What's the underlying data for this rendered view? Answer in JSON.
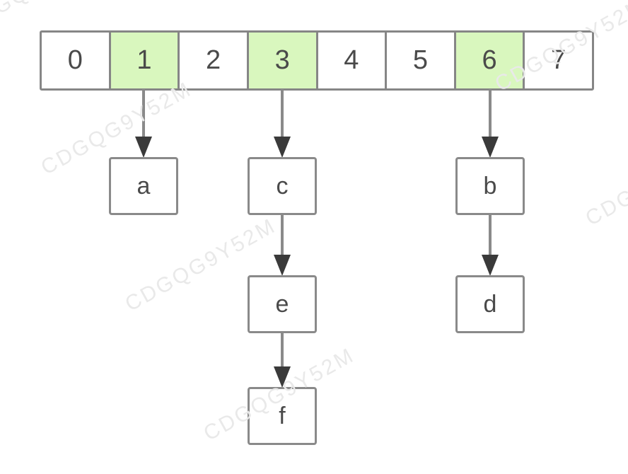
{
  "figure": {
    "kind": "hash-table-separate-chaining-diagram",
    "watermark_text": "CDGQG9Y52M"
  },
  "array": {
    "cells": [
      {
        "label": "0",
        "highlighted": false
      },
      {
        "label": "1",
        "highlighted": true
      },
      {
        "label": "2",
        "highlighted": false
      },
      {
        "label": "3",
        "highlighted": true
      },
      {
        "label": "4",
        "highlighted": false
      },
      {
        "label": "5",
        "highlighted": false
      },
      {
        "label": "6",
        "highlighted": true
      },
      {
        "label": "7",
        "highlighted": false
      }
    ]
  },
  "chains": [
    {
      "bucket_index": 1,
      "nodes": [
        "a"
      ]
    },
    {
      "bucket_index": 3,
      "nodes": [
        "c",
        "e",
        "f"
      ]
    },
    {
      "bucket_index": 6,
      "nodes": [
        "b",
        "d"
      ]
    }
  ],
  "colors": {
    "highlight_fill": "#d9f7be",
    "cell_fill": "#ffffff",
    "border_gray": "#868686",
    "arrow_stem": "#8a8a8a",
    "arrowhead": "#3a3a3a",
    "label_text": "#4a4a4a",
    "watermark": "#e9e9e9"
  }
}
